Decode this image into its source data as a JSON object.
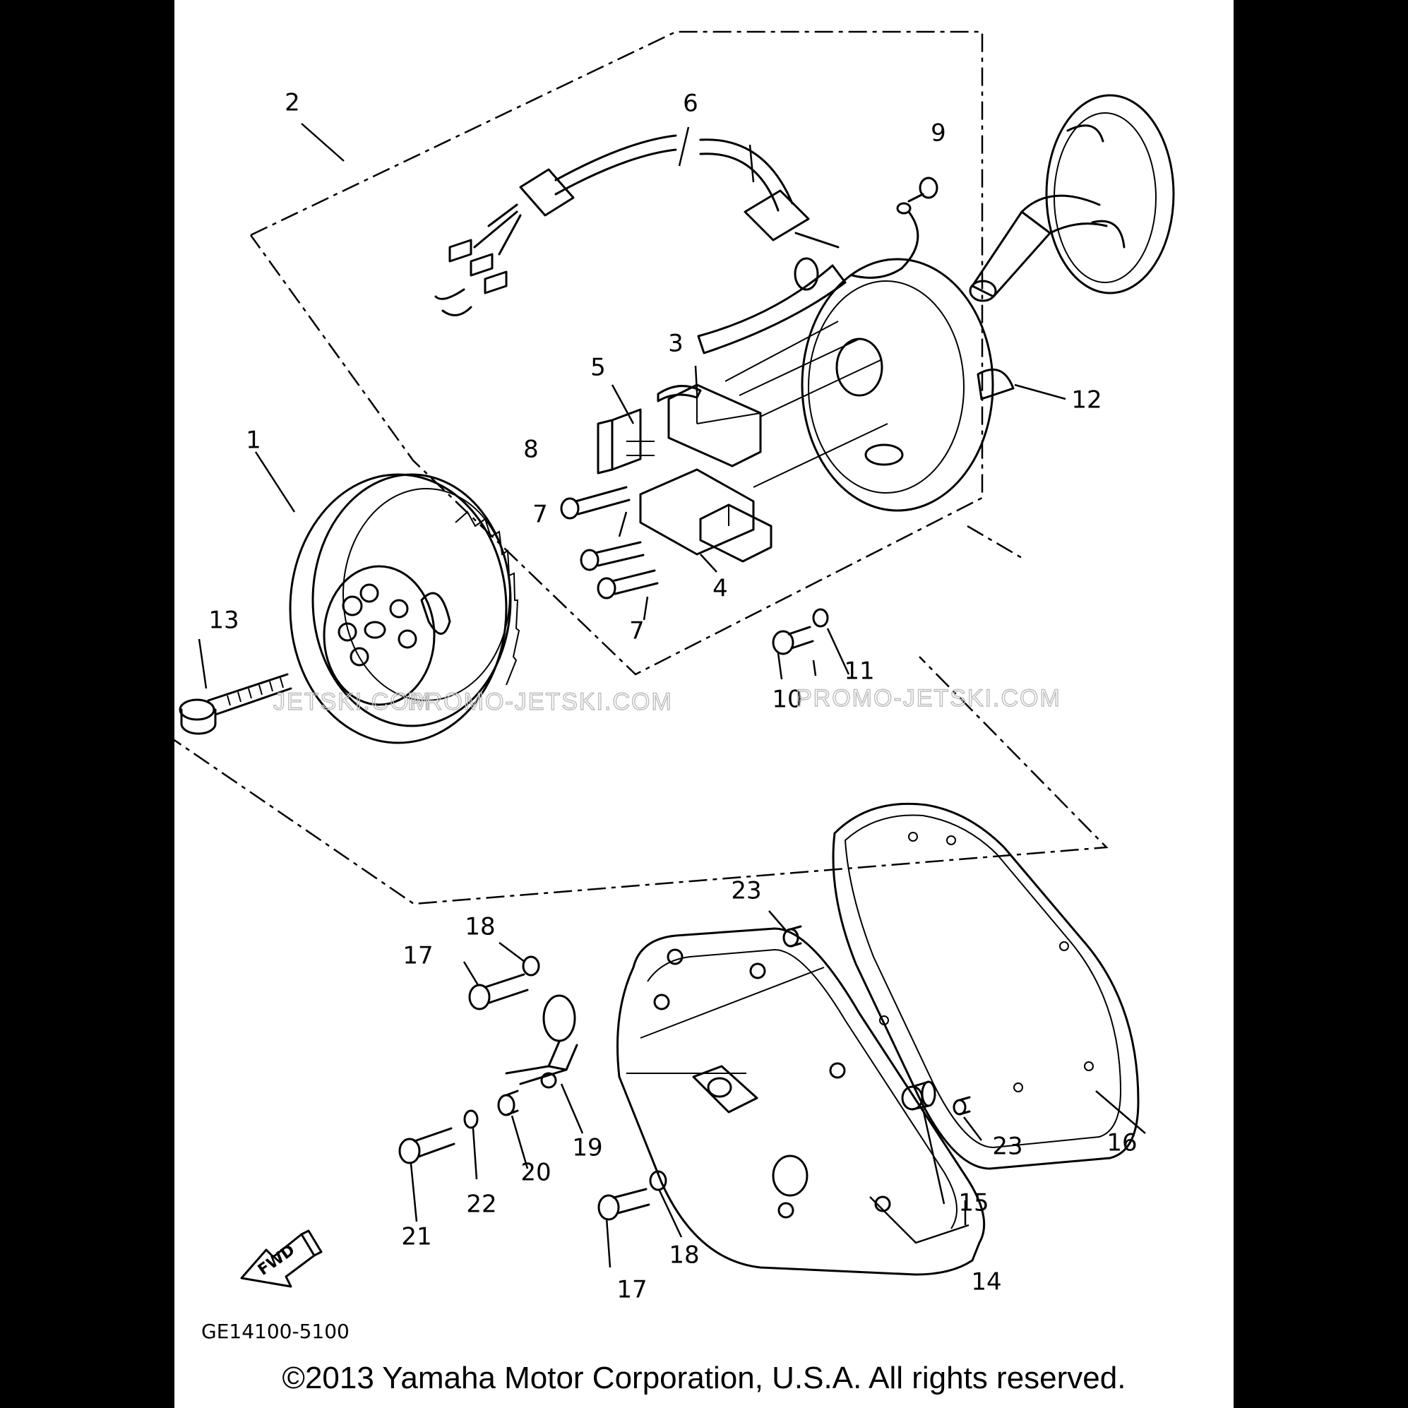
{
  "diagram": {
    "callouts": [
      {
        "id": "c1",
        "label": "1"
      },
      {
        "id": "c2",
        "label": "2"
      },
      {
        "id": "c3",
        "label": "3"
      },
      {
        "id": "c4",
        "label": "4"
      },
      {
        "id": "c5",
        "label": "5"
      },
      {
        "id": "c6",
        "label": "6"
      },
      {
        "id": "c7a",
        "label": "7"
      },
      {
        "id": "c7b",
        "label": "7"
      },
      {
        "id": "c8",
        "label": "8"
      },
      {
        "id": "c9",
        "label": "9"
      },
      {
        "id": "c10",
        "label": "10"
      },
      {
        "id": "c11",
        "label": "11"
      },
      {
        "id": "c12",
        "label": "12"
      },
      {
        "id": "c13",
        "label": "13"
      },
      {
        "id": "c14",
        "label": "14"
      },
      {
        "id": "c15",
        "label": "15"
      },
      {
        "id": "c16",
        "label": "16"
      },
      {
        "id": "c17a",
        "label": "17"
      },
      {
        "id": "c17b",
        "label": "17"
      },
      {
        "id": "c18a",
        "label": "18"
      },
      {
        "id": "c18b",
        "label": "18"
      },
      {
        "id": "c19",
        "label": "19"
      },
      {
        "id": "c20",
        "label": "20"
      },
      {
        "id": "c21",
        "label": "21"
      },
      {
        "id": "c22",
        "label": "22"
      },
      {
        "id": "c23a",
        "label": "23"
      },
      {
        "id": "c23b",
        "label": "23"
      }
    ],
    "fwd_label": "FWD",
    "drawing_code": "GE14100-5100",
    "watermark": "PROMO-JETSKI.COM",
    "watermark_fragment": "JETSKI.COM"
  },
  "copyright": "©2013 Yamaha Motor Corporation, U.S.A. All rights reserved."
}
